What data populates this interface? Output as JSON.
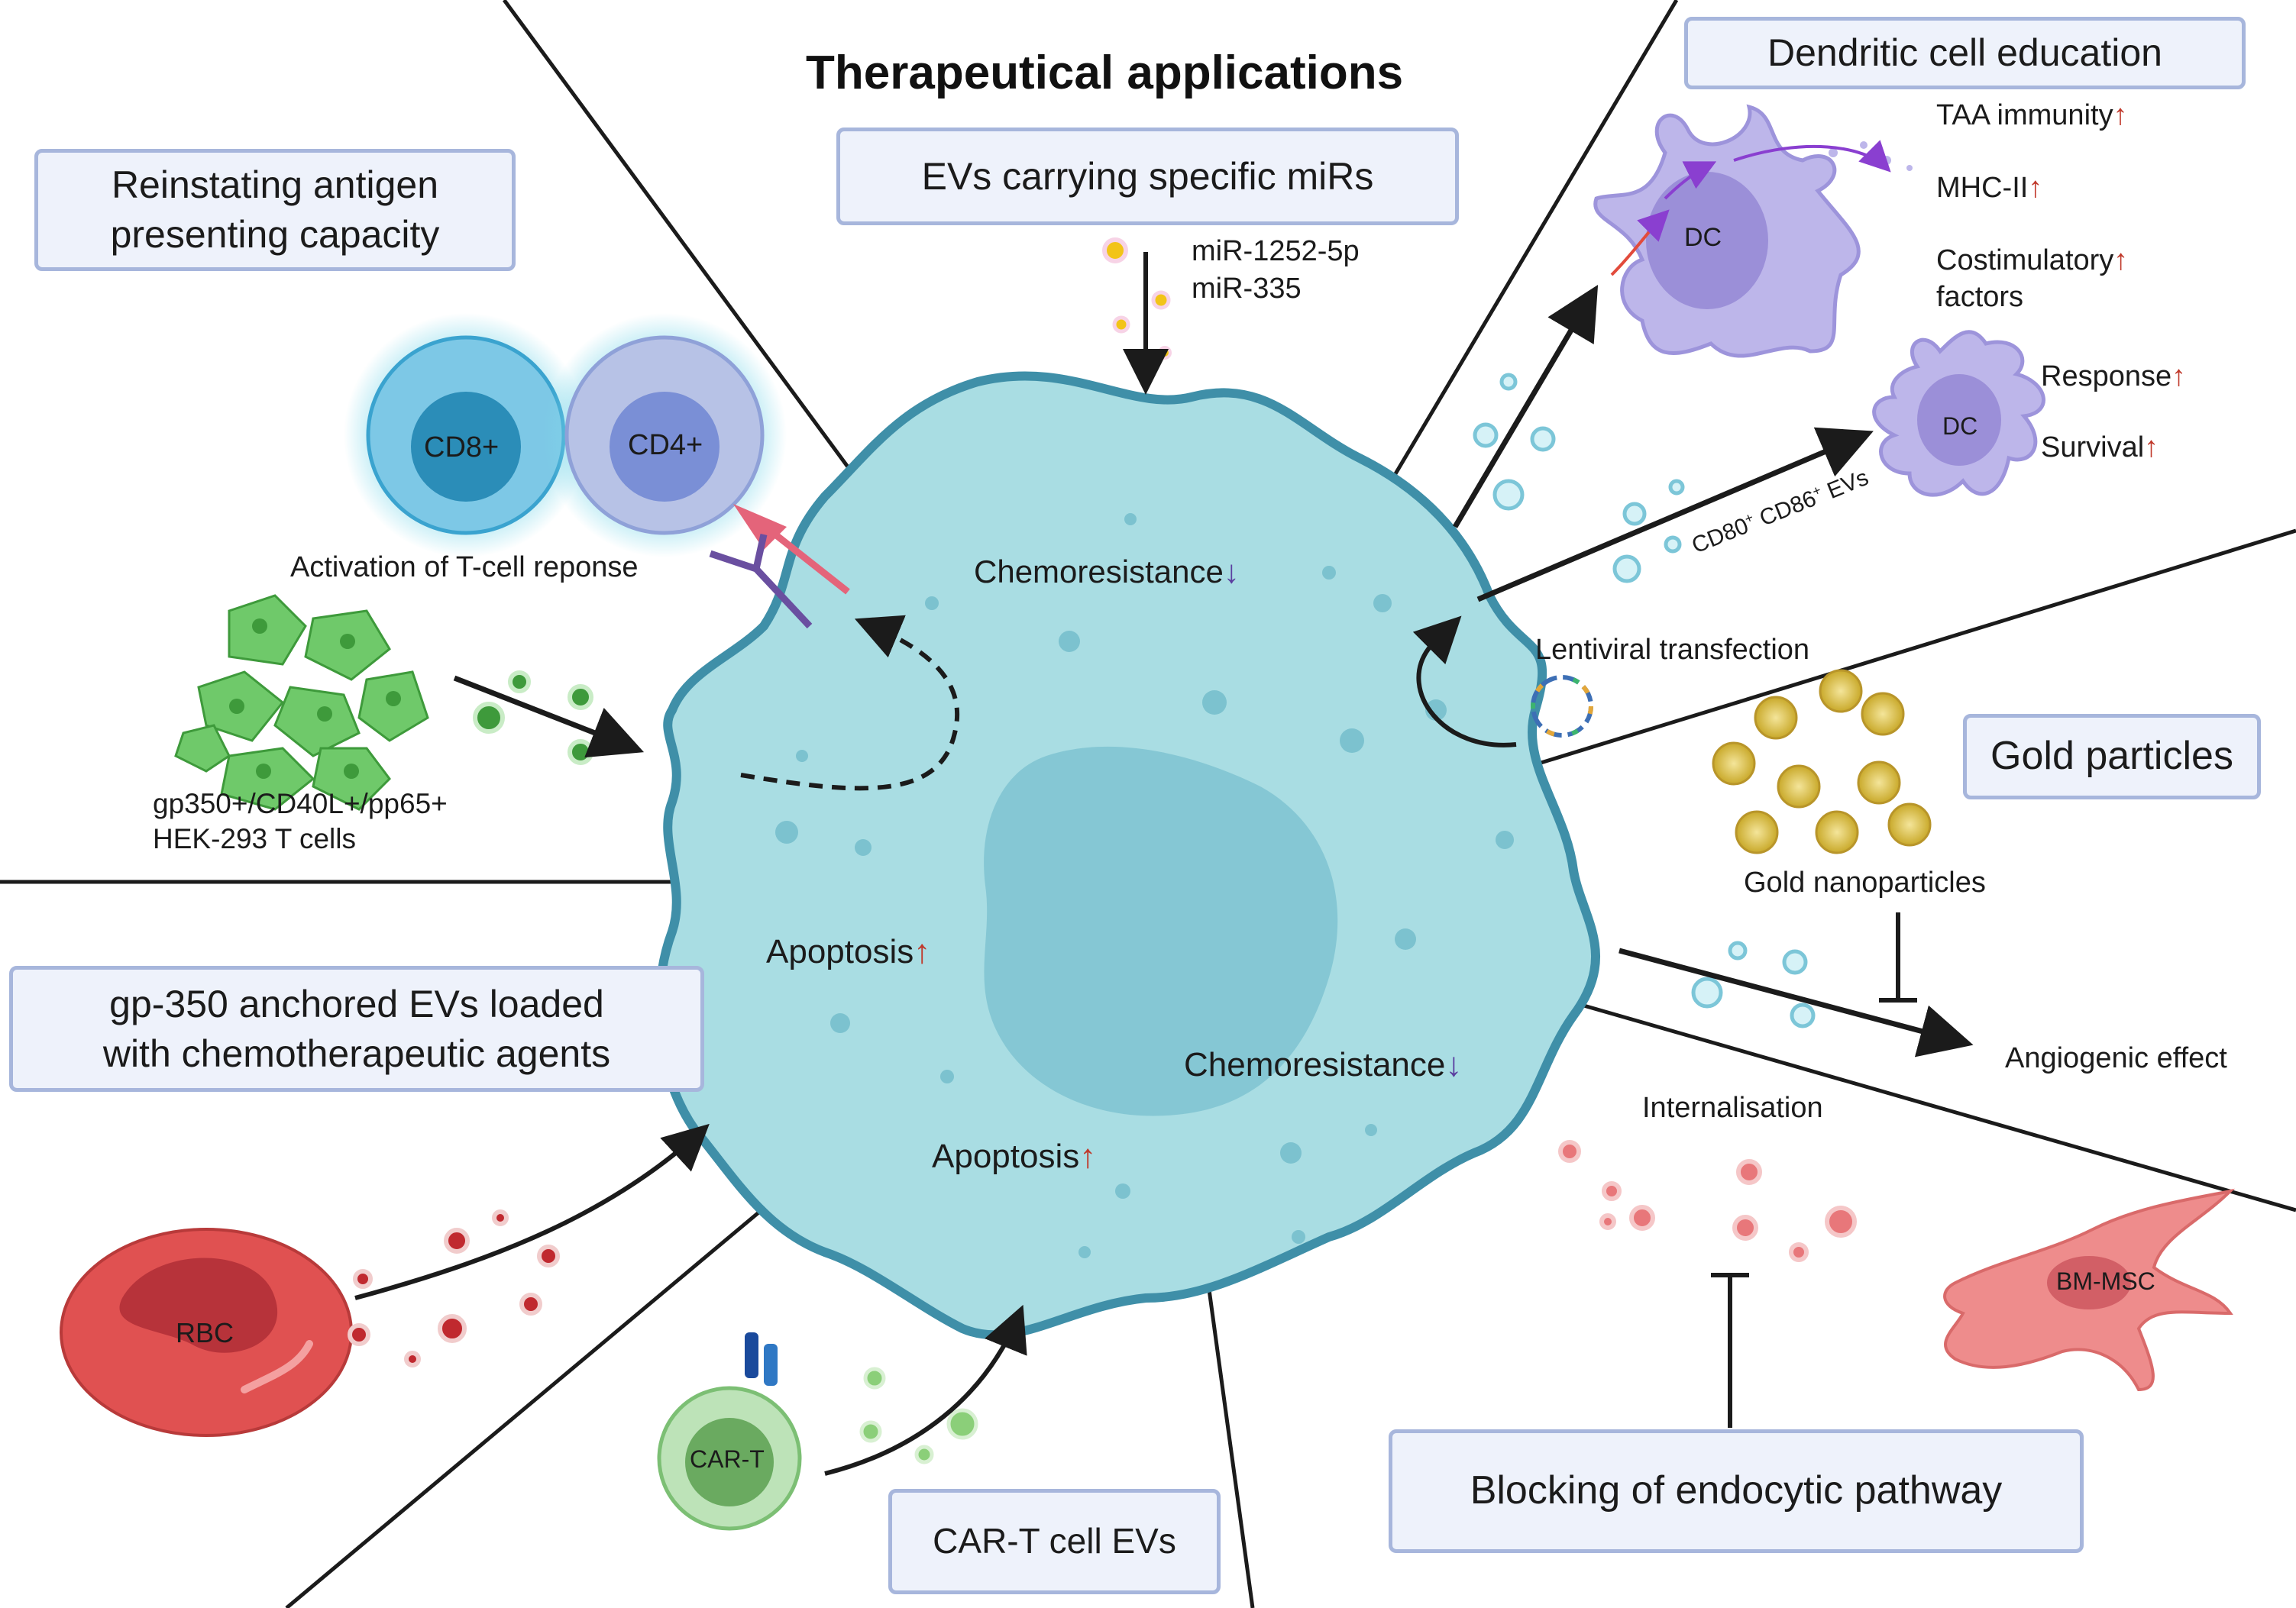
{
  "title": "Therapeutical applications",
  "boxes": {
    "reinstating_line1": "Reinstating antigen",
    "reinstating_line2": "presenting capacity",
    "evs_mirs": "EVs carrying specific miRs",
    "dendritic": "Dendritic cell education",
    "gold": "Gold particles",
    "gp350_line1": "gp-350 anchored EVs  loaded",
    "gp350_line2": "with chemotherapeutic agents",
    "cart_evs": "CAR-T cell EVs",
    "endocytic": "Blocking of endocytic pathway"
  },
  "labels": {
    "mir1": "miR-1252-5p",
    "mir2": "miR-335",
    "cd8": "CD8+",
    "cd4": "CD4+",
    "activation": "Activation of  T-cell reponse",
    "hek_line1": "gp350+/CD40L+/pp65+",
    "hek_line2": "HEK-293 T cells",
    "chemo_top": "Chemoresistance",
    "chemo_bottom": "Chemoresistance",
    "apoptosis_left": "Apoptosis",
    "apoptosis_bottom": "Apoptosis",
    "dc1": "DC",
    "dc2": "DC",
    "taa": "TAA immunity",
    "mhc": "MHC-II",
    "costim_line1": "Costimulatory",
    "costim_line2": "factors",
    "response": "Response",
    "survival": "Survival",
    "cd80_a": "CD80",
    "cd80_sup": "+",
    "cd86_a": " CD86",
    "cd86_sup": "+",
    "evs_suffix": " EVs",
    "lentiviral": "Lentiviral transfection",
    "gold_np": "Gold nanoparticles",
    "angiogenic": "Angiogenic effect",
    "internalisation": "Internalisation",
    "bmmsc": "BM-MSC",
    "rbc": "RBC",
    "cart": "CAR-T",
    "arrow_up": "↑",
    "arrow_down": "↓"
  },
  "colors": {
    "tumor_fill": "#a9dde3",
    "tumor_stroke": "#3f8fa8",
    "nucleus_fill": "#7cc2cf",
    "box_fill": "#eef2fb",
    "box_border": "#a7b6dc",
    "up_arrow": "#c0392b",
    "down_arrow": "#5b3fa0"
  }
}
